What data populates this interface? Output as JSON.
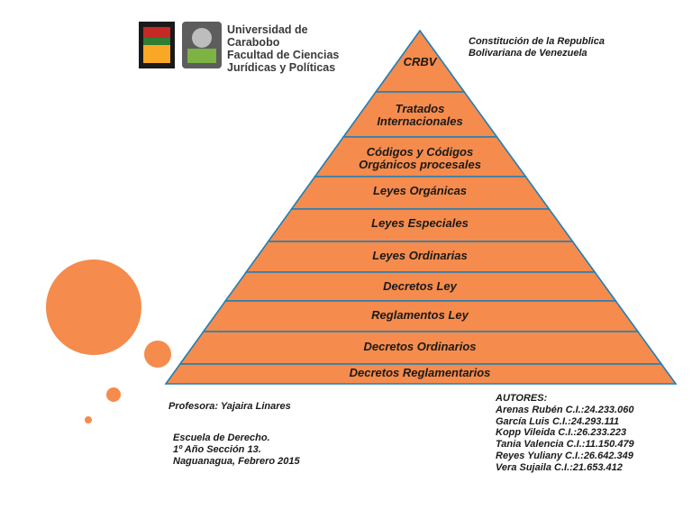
{
  "header": {
    "university_lines": [
      "Universidad de Carabobo",
      "Facultad de Ciencias",
      "Jurídicas y Políticas"
    ]
  },
  "pyramid": {
    "fill_color": "#f58b4c",
    "border_color": "#1e7fb8",
    "levels": [
      "CRBV",
      "Tratados Internacionales",
      "Códigos y Códigos Orgánicos  procesales",
      "Leyes Orgánicas",
      "Leyes Especiales",
      "Leyes Ordinarias",
      "Decretos Ley",
      "Reglamentos Ley",
      "Decretos Ordinarios",
      "Decretos Reglamentarios"
    ]
  },
  "top_note": {
    "lines": [
      "Constitución de la Republica",
      "Bolivariana de Venezuela"
    ]
  },
  "teacher": {
    "text": "Profesora: Yajaira Linares"
  },
  "school": {
    "lines": [
      "Escuela de Derecho.",
      "1º Año Sección 13.",
      "Naguanagua, Febrero 2015"
    ]
  },
  "authors": {
    "heading": "AUTORES:",
    "names": [
      "Arenas Rubén C.I.:24.233.060",
      "García Luis  C.I.:24.293.111",
      "Kopp Vileida C.I.:26.233.223",
      "Tania Valencia C.I.:11.150.479",
      "Reyes Yuliany C.I.:26.642.349",
      "Vera Sujaila  C.I.:21.653.412"
    ]
  }
}
